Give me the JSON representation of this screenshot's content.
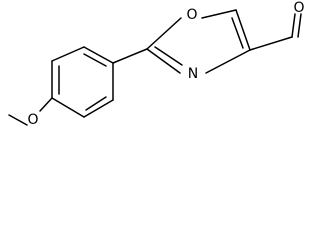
{
  "molecule": {
    "atoms": {
      "ring_oxygen": "O",
      "ring_nitrogen": "N",
      "aldehyde_oxygen": "O",
      "methoxy_oxygen": "O"
    }
  }
}
